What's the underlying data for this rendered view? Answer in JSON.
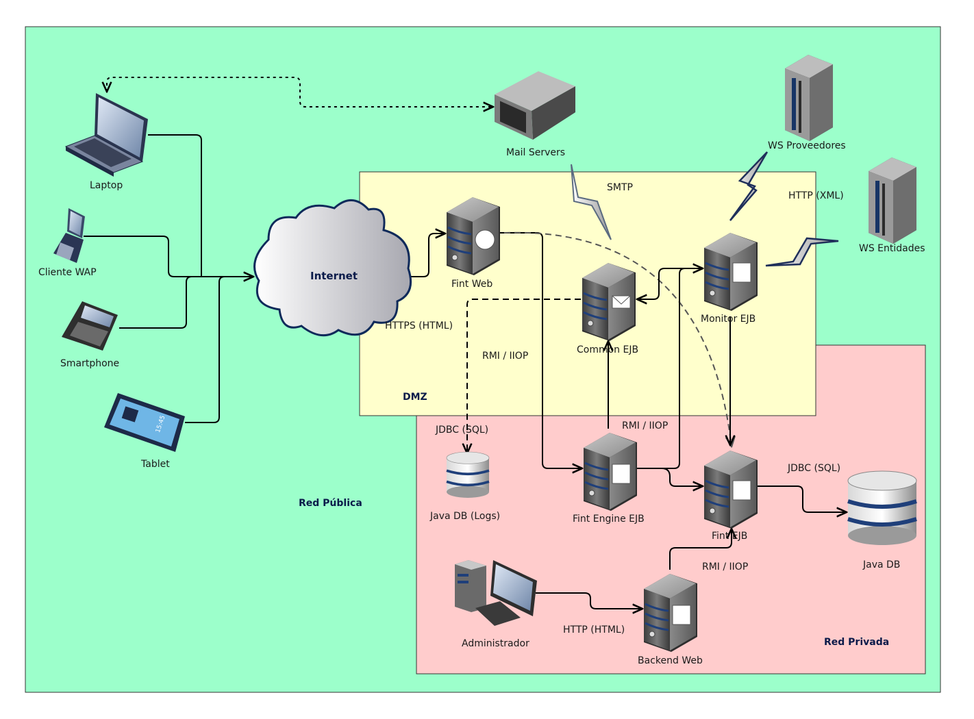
{
  "zones": {
    "public": "Red Pública",
    "dmz": "DMZ",
    "private": "Red Privada"
  },
  "cloud": "Internet",
  "devices": {
    "laptop": "Laptop",
    "wap": "Cliente WAP",
    "smartphone": "Smartphone",
    "tablet": "Tablet",
    "tablet_screen": "15:45",
    "mail": "Mail Servers",
    "ws_prov": "WS Proveedores",
    "ws_ent": "WS Entidades",
    "fint_web": "Fint Web",
    "common_ejb": "Common EJB",
    "monitor_ejb": "Monitor EJB",
    "java_db_logs": "Java DB (Logs)",
    "fint_engine": "Fint Engine EJB",
    "fint_ejb": "Fint EJB",
    "java_db": "Java DB",
    "admin": "Administrador",
    "backend": "Backend Web"
  },
  "protocols": {
    "https": "HTTPS (HTML)",
    "smtp": "SMTP",
    "http_xml": "HTTP (XML)",
    "rmi1": "RMI / IIOP",
    "rmi2": "RMI / IIOP",
    "rmi3": "RMI / IIOP",
    "jdbc1": "JDBC (SQL)",
    "jdbc2": "JDBC (SQL)",
    "http_html": "HTTP (HTML)"
  },
  "colors": {
    "public_bg": "#9cffcb",
    "dmz_bg": "#ffffcc",
    "private_bg": "#ffcccc"
  }
}
